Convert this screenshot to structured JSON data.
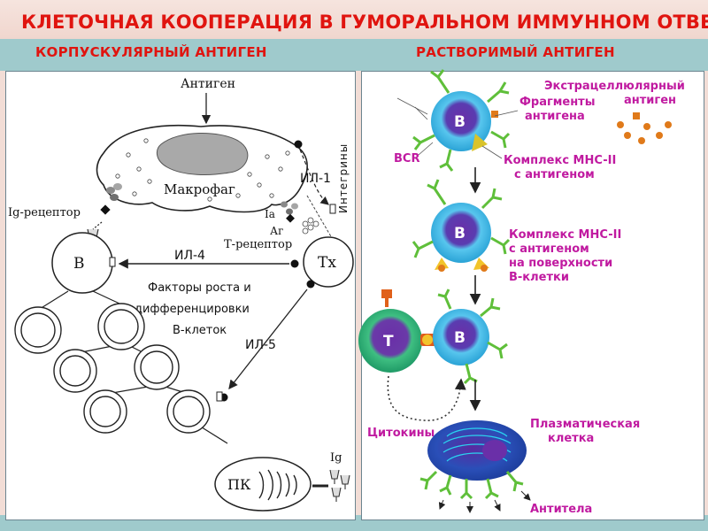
{
  "header": {
    "title": "КЛЕТОЧНАЯ КООПЕРАЦИЯ В ГУМОРАЛЬНОМ ИММУННОМ ОТВЕТЕ",
    "left_heading": "КОРПУСКУЛЯРНЫЙ АНТИГЕН",
    "right_heading": "РАСТВОРИМЫЙ АНТИГЕН"
  },
  "left_diagram": {
    "antigen": "Антиген",
    "macrophage": "Макрофаг",
    "ig_receptor": "Ig-рецептор",
    "il1": "ИЛ-1",
    "integrins": "Интегрины",
    "ia": "Ia",
    "ag": "Аг",
    "t_receptor": "Т-рецептор",
    "b_cell": "В",
    "t_cell": "Тх",
    "il4": "ИЛ-4",
    "growth_factors_1": "Факторы роста и",
    "growth_factors_2": "дифференцировки",
    "growth_factors_3": "В-клеток",
    "il5": "ИЛ-5",
    "plasma_cell": "ПК",
    "ig": "Ig"
  },
  "right_diagram": {
    "extracellular_1": "Экстрацеллюлярный",
    "extracellular_2": "антиген",
    "fragments_1": "Фрагменты",
    "fragments_2": "антигена",
    "bcr": "BCR",
    "mhc_1": "Комплекс MHC-II",
    "mhc_2": "с антигеном",
    "mhc_surface_1": "Комплекс MHC-II",
    "mhc_surface_2": "с антигеном",
    "mhc_surface_3": "на поверхности",
    "mhc_surface_4": "В-клетки",
    "cell_b": "B",
    "cell_t": "T",
    "cytokines": "Цитокины",
    "plasma_1": "Плазматическая",
    "plasma_2": "клетка",
    "antibodies": "Антитела"
  },
  "colors": {
    "title_red": "#e0140f",
    "banner_teal": "#9fcacc",
    "label_magenta": "#c01aa0",
    "b_cell_cyan": "#3fb5e0",
    "t_cell_green": "#2fae7a",
    "receptor_green": "#5fbf3a"
  }
}
